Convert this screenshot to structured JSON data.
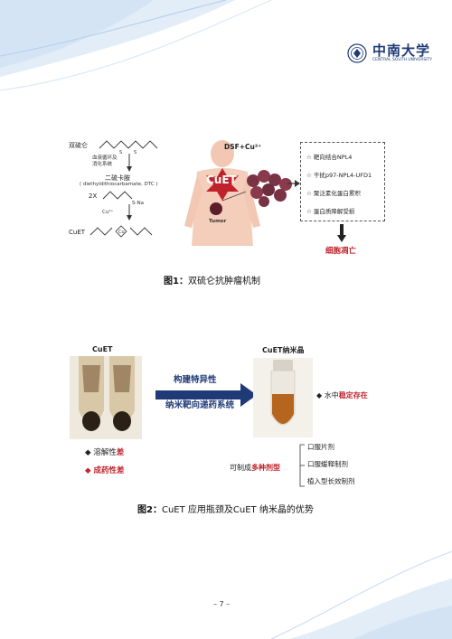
{
  "header": {
    "logo_cn": "中南大学",
    "logo_en": "CENTRAL SOUTH UNIVERSITY"
  },
  "figure1": {
    "left_labels": {
      "dsf": "双硫仑",
      "metabolism": "血液循环及\n消化系统",
      "dtc_cn": "二硫卡胺",
      "dtc_en": "( diethyldithiocarbamate, DTC )",
      "two_x": "2X",
      "cu": "Cu²⁺",
      "sna": "S-Na",
      "cuet": "CuET"
    },
    "center_labels": {
      "dsf_cu": "DSF+Cu²⁺",
      "cuet": "CuET",
      "tumor": "Tumor"
    },
    "mechanisms": [
      "靶向结合NPL4",
      "干扰p97-NPL4-UFD1",
      "聚泛素化蛋白累积",
      "蛋白质降解受损"
    ],
    "outcome": "细胞凋亡",
    "caption_prefix": "图1：",
    "caption_text": "双硫仑抗肿瘤机制"
  },
  "figure2": {
    "left_title": "CuET",
    "right_title": "CuET纳米晶",
    "arrow_top": "构建特异性",
    "arrow_bottom": "纳米靶向递药系统",
    "stable_prefix": "水中",
    "stable_emph": "稳定存在",
    "sol_prefix": "溶解性",
    "sol_emph": "差",
    "drug_text": "成药性差",
    "formulation_prefix": "可制成",
    "formulation_emph": "多种剂型",
    "forms": [
      "口服片剂",
      "口服缓释制剂",
      "植入型长效制剂"
    ],
    "caption_prefix": "图2：",
    "caption_text": "CuET 应用瓶颈及CuET 纳米晶的优势"
  },
  "footer": {
    "page_number": "– 7 –"
  }
}
